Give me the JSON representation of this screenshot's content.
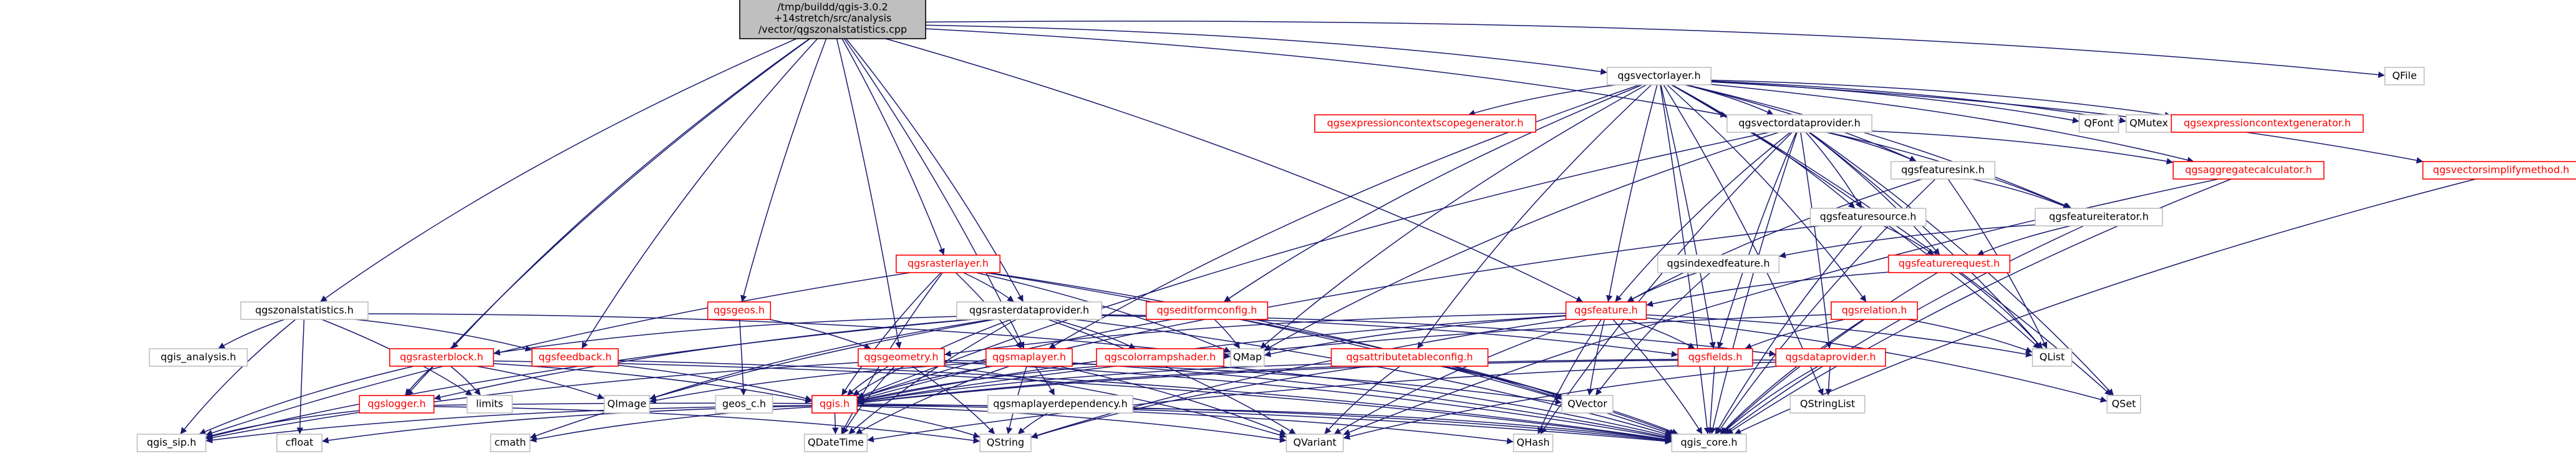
{
  "graph": {
    "colors": {
      "edge": "#191970",
      "node_fill": "#ffffff",
      "node_border_linked": "#ff0000",
      "node_border_plain": "#bfbfbf",
      "node_text_linked": "#ff0000",
      "node_text_plain": "#000000",
      "root_fill": "#bfbfbf",
      "root_border": "#000000"
    },
    "nodes": [
      {
        "id": "root",
        "lines": [
          "/tmp/buildd/qgis-3.0.2",
          "+14stretch/src/analysis",
          "/vector/qgszonalstatistics.cpp"
        ],
        "kind": "root"
      },
      {
        "id": "qgsvectorlayer",
        "lines": [
          "qgsvectorlayer.h"
        ],
        "kind": "plain"
      },
      {
        "id": "qfile",
        "lines": [
          "QFile"
        ],
        "kind": "plain"
      },
      {
        "id": "qgsvectordataprovider",
        "lines": [
          "qgsvectordataprovider.h"
        ],
        "kind": "plain"
      },
      {
        "id": "qgsexpressioncontextscopegenerator",
        "lines": [
          "qgsexpressioncontextscopegenerator.h"
        ],
        "kind": "linked"
      },
      {
        "id": "qfont",
        "lines": [
          "QFont"
        ],
        "kind": "plain"
      },
      {
        "id": "qmutex",
        "lines": [
          "QMutex"
        ],
        "kind": "plain"
      },
      {
        "id": "qgsexpressioncontextgenerator",
        "lines": [
          "qgsexpressioncontextgenerator.h"
        ],
        "kind": "linked"
      },
      {
        "id": "qgsvectorsimplifymethod",
        "lines": [
          "qgsvectorsimplifymethod.h"
        ],
        "kind": "linked"
      },
      {
        "id": "qgsfeaturesink",
        "lines": [
          "qgsfeaturesink.h"
        ],
        "kind": "plain"
      },
      {
        "id": "qgsaggregatecalculator",
        "lines": [
          "qgsaggregatecalculator.h"
        ],
        "kind": "linked"
      },
      {
        "id": "qgsfeatureiterator",
        "lines": [
          "qgsfeatureiterator.h"
        ],
        "kind": "plain"
      },
      {
        "id": "qgsfeaturesource",
        "lines": [
          "qgsfeaturesource.h"
        ],
        "kind": "plain"
      },
      {
        "id": "qgsindexedfeature",
        "lines": [
          "qgsindexedfeature.h"
        ],
        "kind": "plain"
      },
      {
        "id": "qgsfeaturerequest",
        "lines": [
          "qgsfeaturerequest.h"
        ],
        "kind": "linked"
      },
      {
        "id": "qgsrasterlayer",
        "lines": [
          "qgsrasterlayer.h"
        ],
        "kind": "linked"
      },
      {
        "id": "qgszonalstatistics",
        "lines": [
          "qgszonalstatistics.h"
        ],
        "kind": "plain"
      },
      {
        "id": "qgsgeos",
        "lines": [
          "qgsgeos.h"
        ],
        "kind": "linked"
      },
      {
        "id": "qgsrasterdataprovider",
        "lines": [
          "qgsrasterdataprovider.h"
        ],
        "kind": "plain"
      },
      {
        "id": "qgseditformconfig",
        "lines": [
          "qgseditformconfig.h"
        ],
        "kind": "linked"
      },
      {
        "id": "qgsfeature",
        "lines": [
          "qgsfeature.h"
        ],
        "kind": "linked"
      },
      {
        "id": "qgsrelation",
        "lines": [
          "qgsrelation.h"
        ],
        "kind": "linked"
      },
      {
        "id": "qlist",
        "lines": [
          "QList"
        ],
        "kind": "plain"
      },
      {
        "id": "qgs_analysis",
        "lines": [
          "qgis_analysis.h"
        ],
        "kind": "plain"
      },
      {
        "id": "qgsrasterblock",
        "lines": [
          "qgsrasterblock.h"
        ],
        "kind": "linked"
      },
      {
        "id": "qgsfeedback",
        "lines": [
          "qgsfeedback.h"
        ],
        "kind": "linked"
      },
      {
        "id": "qgsgeometry",
        "lines": [
          "qgsgeometry.h"
        ],
        "kind": "linked"
      },
      {
        "id": "qgsmaplayer",
        "lines": [
          "qgsmaplayer.h"
        ],
        "kind": "linked"
      },
      {
        "id": "qgscolorrampshader",
        "lines": [
          "qgscolorrampshader.h"
        ],
        "kind": "linked"
      },
      {
        "id": "qmap",
        "lines": [
          "QMap"
        ],
        "kind": "plain"
      },
      {
        "id": "qgsattributetableconfig",
        "lines": [
          "qgsattributetableconfig.h"
        ],
        "kind": "linked"
      },
      {
        "id": "qgsfields",
        "lines": [
          "qgsfields.h"
        ],
        "kind": "linked"
      },
      {
        "id": "qgsdataprovider",
        "lines": [
          "qgsdataprovider.h"
        ],
        "kind": "linked"
      },
      {
        "id": "qset",
        "lines": [
          "QSet"
        ],
        "kind": "plain"
      },
      {
        "id": "qgslogger",
        "lines": [
          "qgslogger.h"
        ],
        "kind": "linked"
      },
      {
        "id": "limits",
        "lines": [
          "limits"
        ],
        "kind": "plain"
      },
      {
        "id": "qimage",
        "lines": [
          "QImage"
        ],
        "kind": "plain"
      },
      {
        "id": "geos_c",
        "lines": [
          "geos_c.h"
        ],
        "kind": "plain"
      },
      {
        "id": "qgis",
        "lines": [
          "qgis.h"
        ],
        "kind": "linked"
      },
      {
        "id": "qgsmaplayerdependency",
        "lines": [
          "qgsmaplayerdependency.h"
        ],
        "kind": "plain"
      },
      {
        "id": "qvector",
        "lines": [
          "QVector"
        ],
        "kind": "plain"
      },
      {
        "id": "qstringlist",
        "lines": [
          "QStringList"
        ],
        "kind": "plain"
      },
      {
        "id": "qgis_sip",
        "lines": [
          "qgis_sip.h"
        ],
        "kind": "plain"
      },
      {
        "id": "cfloat",
        "lines": [
          "cfloat"
        ],
        "kind": "plain"
      },
      {
        "id": "cmath",
        "lines": [
          "cmath"
        ],
        "kind": "plain"
      },
      {
        "id": "qdatetime",
        "lines": [
          "QDateTime"
        ],
        "kind": "plain"
      },
      {
        "id": "qstring",
        "lines": [
          "QString"
        ],
        "kind": "plain"
      },
      {
        "id": "qvariant",
        "lines": [
          "QVariant"
        ],
        "kind": "plain"
      },
      {
        "id": "qhash",
        "lines": [
          "QHash"
        ],
        "kind": "plain"
      },
      {
        "id": "qgis_core",
        "lines": [
          "qgis_core.h"
        ],
        "kind": "plain"
      }
    ],
    "edges": [
      [
        "root",
        "qgsvectorlayer"
      ],
      [
        "root",
        "qfile"
      ],
      [
        "root",
        "qgsvectordataprovider"
      ],
      [
        "root",
        "qgsrasterlayer"
      ],
      [
        "root",
        "qgszonalstatistics"
      ],
      [
        "root",
        "qgsgeos"
      ],
      [
        "root",
        "qgsrasterdataprovider"
      ],
      [
        "root",
        "qgsrasterblock"
      ],
      [
        "root",
        "qgsfeedback"
      ],
      [
        "root",
        "qgsgeometry"
      ],
      [
        "root",
        "qgslogger"
      ],
      [
        "root",
        "qgsmaplayer"
      ],
      [
        "root",
        "qgsfeature"
      ],
      [
        "qgsvectorlayer",
        "qgis_core"
      ],
      [
        "qgsvectorlayer",
        "qmap"
      ],
      [
        "qgsvectorlayer",
        "qset"
      ],
      [
        "qgsvectorlayer",
        "qlist"
      ],
      [
        "qgsvectorlayer",
        "qstringlist"
      ],
      [
        "qgsvectorlayer",
        "qfont"
      ],
      [
        "qgsvectorlayer",
        "qmutex"
      ],
      [
        "qgsvectorlayer",
        "qgsmaplayer"
      ],
      [
        "qgsvectorlayer",
        "qgsfeature"
      ],
      [
        "qgsvectorlayer",
        "qgsfeaturesink"
      ],
      [
        "qgsvectorlayer",
        "qgseditformconfig"
      ],
      [
        "qgsvectorlayer",
        "qgsattributetableconfig"
      ],
      [
        "qgsvectorlayer",
        "qgsaggregatecalculator"
      ],
      [
        "qgsvectorlayer",
        "qgsfeatureiterator"
      ],
      [
        "qgsvectorlayer",
        "qgsexpressioncontextgenerator"
      ],
      [
        "qgsvectorlayer",
        "qgsexpressioncontextscopegenerator"
      ],
      [
        "qgsvectorlayer",
        "qgsfeaturesource"
      ],
      [
        "qgsvectorlayer",
        "qgsfields"
      ],
      [
        "qgsvectorlayer",
        "qgsvectordataprovider"
      ],
      [
        "qgsvectorlayer",
        "qgsvectorsimplifymethod"
      ],
      [
        "qgsvectorlayer",
        "qgsrelation"
      ],
      [
        "qgsvectordataprovider",
        "qgis_core"
      ],
      [
        "qgsvectordataprovider",
        "qset"
      ],
      [
        "qgsvectordataprovider",
        "qmap"
      ],
      [
        "qgsvectordataprovider",
        "qhash"
      ],
      [
        "qgsvectordataprovider",
        "qlist"
      ],
      [
        "qgsvectordataprovider",
        "qgis"
      ],
      [
        "qgsvectordataprovider",
        "qgsdataprovider"
      ],
      [
        "qgsvectordataprovider",
        "qgsfeature"
      ],
      [
        "qgsvectordataprovider",
        "qgsaggregatecalculator"
      ],
      [
        "qgsvectordataprovider",
        "qgsfeatureiterator"
      ],
      [
        "qgsvectordataprovider",
        "qgsfeaturesink"
      ],
      [
        "qgsvectordataprovider",
        "qgsfeaturesource"
      ],
      [
        "qgsvectordataprovider",
        "qgsfeaturerequest"
      ],
      [
        "qgsvectordataprovider",
        "qgsfields"
      ],
      [
        "qgsfeaturesink",
        "qlist"
      ],
      [
        "qgsfeaturesink",
        "qgis_core"
      ],
      [
        "qgsfeaturesink",
        "qgsfeature"
      ],
      [
        "qgsfeaturesink",
        "qgsfeatureiterator"
      ],
      [
        "qgsfeaturesource",
        "qgsfeaturerequest"
      ],
      [
        "qgsfeaturesource",
        "qgis_core"
      ],
      [
        "qgsfeaturesource",
        "qgis"
      ],
      [
        "qgsfeatureiterator",
        "qgsfeaturerequest"
      ],
      [
        "qgsfeatureiterator",
        "qgis_core"
      ],
      [
        "qgsfeatureiterator",
        "qgsindexedfeature"
      ],
      [
        "qgsindexedfeature",
        "qgsfeature"
      ],
      [
        "qgsindexedfeature",
        "qvector"
      ],
      [
        "qgsaggregatecalculator",
        "qgis_core"
      ],
      [
        "qgsaggregatecalculator",
        "qvariant"
      ],
      [
        "qgsfeaturerequest",
        "qlist"
      ],
      [
        "qgsfeaturerequest",
        "qgis_core"
      ],
      [
        "qgsfeaturerequest",
        "qgsfeature"
      ],
      [
        "qgsvectorsimplifymethod",
        "qgis_core"
      ],
      [
        "qgsrasterlayer",
        "qgis_core"
      ],
      [
        "qgsrasterlayer",
        "qgis_sip"
      ],
      [
        "qgsrasterlayer",
        "qcolor"
      ],
      [
        "qgsrasterlayer",
        "qdatetime"
      ],
      [
        "qgsrasterlayer",
        "qvector"
      ],
      [
        "qgsrasterlayer",
        "qmap"
      ],
      [
        "qgsrasterlayer",
        "qgsmaplayer"
      ],
      [
        "qgsrasterlayer",
        "qgsrasterdataprovider"
      ],
      [
        "qgsrasterlayer",
        "qgis"
      ],
      [
        "qgszonalstatistics",
        "qgs_analysis"
      ],
      [
        "qgszonalstatistics",
        "qgis_sip"
      ],
      [
        "qgszonalstatistics",
        "limits"
      ],
      [
        "qgszonalstatistics",
        "cfloat"
      ],
      [
        "qgszonalstatistics",
        "qmap"
      ],
      [
        "qgszonalstatistics",
        "qgsfeedback"
      ],
      [
        "qgsgeos",
        "geos_c"
      ],
      [
        "qgsgeos",
        "qgsgeometry"
      ],
      [
        "qgsrasterdataprovider",
        "qgis_core"
      ],
      [
        "qgsrasterdataprovider",
        "qgis_sip"
      ],
      [
        "qgsrasterdataprovider",
        "cmath"
      ],
      [
        "qgsrasterdataprovider",
        "qdatetime"
      ],
      [
        "qgsrasterdataprovider",
        "qvariant"
      ],
      [
        "qgsrasterdataprovider",
        "qimage"
      ],
      [
        "qgsrasterdataprovider",
        "qgscolorrampshader"
      ],
      [
        "qgsrasterdataprovider",
        "qgsdataprovider"
      ],
      [
        "qgsrasterdataprovider",
        "qgsfields"
      ],
      [
        "qgsrasterdataprovider",
        "qgis"
      ],
      [
        "qgsrasterdataprovider",
        "qgslogger"
      ],
      [
        "qgsrasterdataprovider",
        "qgsrasterblock"
      ],
      [
        "qgseditformconfig",
        "qmap"
      ],
      [
        "qgseditformconfig",
        "qgis_core"
      ],
      [
        "qgseditformconfig",
        "qgis"
      ],
      [
        "qgsfeature",
        "qgis_core"
      ],
      [
        "qgsfeature",
        "qmap"
      ],
      [
        "qgsfeature",
        "qstring"
      ],
      [
        "qgsfeature",
        "qvariant"
      ],
      [
        "qgsfeature",
        "qlist"
      ],
      [
        "qgsfeature",
        "qhash"
      ],
      [
        "qgsfeature",
        "qvector"
      ],
      [
        "qgsfeature",
        "qset"
      ],
      [
        "qgsfeature",
        "qgsfields"
      ],
      [
        "qgsfeature",
        "qgsgeometry"
      ],
      [
        "qgsfeature",
        "qgis"
      ],
      [
        "qgsrelation",
        "qlist"
      ],
      [
        "qgsrelation",
        "qgis_core"
      ],
      [
        "qgsrelation",
        "qgis"
      ],
      [
        "qgsrelation",
        "qgsfields"
      ],
      [
        "qgsrasterblock",
        "limits"
      ],
      [
        "qgsrasterblock",
        "qimage"
      ],
      [
        "qgsrasterblock",
        "qgis_core"
      ],
      [
        "qgsrasterblock",
        "qgis_sip"
      ],
      [
        "qgsrasterblock",
        "qgis"
      ],
      [
        "qgsrasterblock",
        "qgslogger"
      ],
      [
        "qgsfeedback",
        "qgis_core"
      ],
      [
        "qgsfeedback",
        "qgis"
      ],
      [
        "qgsgeometry",
        "qgis_core"
      ],
      [
        "qgsgeometry",
        "qgis_sip"
      ],
      [
        "qgsgeometry",
        "qdatetime"
      ],
      [
        "qgsgeometry",
        "qstring"
      ],
      [
        "qgsgeometry",
        "qvariant"
      ],
      [
        "qgsgeometry",
        "qvector"
      ],
      [
        "qgsgeometry",
        "qgis"
      ],
      [
        "qgsmaplayer",
        "qgis_core"
      ],
      [
        "qgsmaplayer",
        "qimage"
      ],
      [
        "qgsmaplayer",
        "qdatetime"
      ],
      [
        "qgsmaplayer",
        "qstring"
      ],
      [
        "qgsmaplayer",
        "qvariant"
      ],
      [
        "qgsmaplayer",
        "qgis"
      ],
      [
        "qgsmaplayer",
        "qgsmaplayerdependency"
      ],
      [
        "qgsmaplayerdependency",
        "qgis_core"
      ],
      [
        "qgsmaplayerdependency",
        "qstring"
      ],
      [
        "qgscolorrampshader",
        "qgis_core"
      ],
      [
        "qgscolorrampshader",
        "qgis"
      ],
      [
        "qgsattributetableconfig",
        "qgis_core"
      ],
      [
        "qgsattributetableconfig",
        "qvariant"
      ],
      [
        "qgsattributetableconfig",
        "qstring"
      ],
      [
        "qgsattributetableconfig",
        "qvector"
      ],
      [
        "qgsattributetableconfig",
        "qgis"
      ],
      [
        "qgsfields",
        "qgis_core"
      ],
      [
        "qgsfields",
        "qgis"
      ],
      [
        "qgsdataprovider",
        "qgis_core"
      ],
      [
        "qgsdataprovider",
        "qvariant"
      ],
      [
        "qgsdataprovider",
        "qdatetime"
      ],
      [
        "qgsdataprovider",
        "qstringlist"
      ],
      [
        "qgsdataprovider",
        "qgis"
      ],
      [
        "qgslogger",
        "qgis_sip"
      ],
      [
        "qgslogger",
        "qgis_core"
      ],
      [
        "qgslogger",
        "qstring"
      ],
      [
        "qgis",
        "qgis_sip"
      ],
      [
        "qgis",
        "cfloat"
      ],
      [
        "qgis",
        "cmath"
      ],
      [
        "qgis",
        "qdatetime"
      ],
      [
        "qgis",
        "qstring"
      ],
      [
        "qgis",
        "qvariant"
      ],
      [
        "qgis",
        "qhash"
      ],
      [
        "qgis",
        "qgis_core"
      ]
    ]
  }
}
